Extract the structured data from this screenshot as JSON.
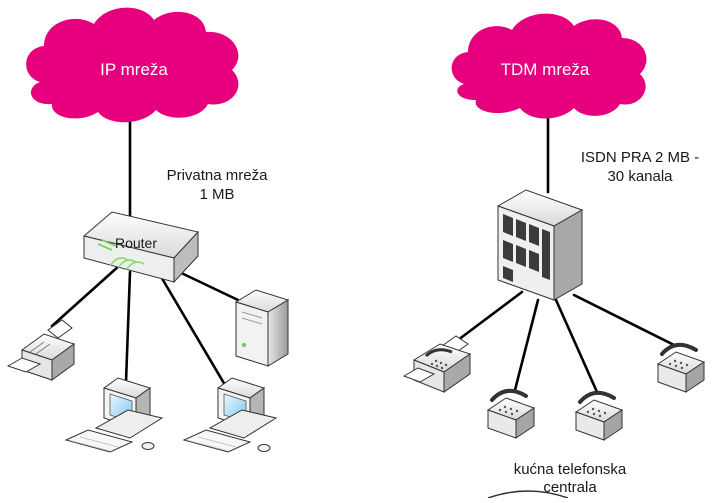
{
  "left_network": {
    "cloud_label": "IP mreža",
    "link_label_line1": "Privatna mreža",
    "link_label_line2": "1 MB",
    "router_label": "Router"
  },
  "right_network": {
    "cloud_label": "TDM mreža",
    "link_label_line1": "ISDN PRA 2 MB -",
    "link_label_line2": "30 kanala",
    "pbx_label_line1": "kućna telefonska",
    "pbx_label_line2": "centrala"
  },
  "colors": {
    "cloud": "#e6007e",
    "line": "#000000"
  }
}
